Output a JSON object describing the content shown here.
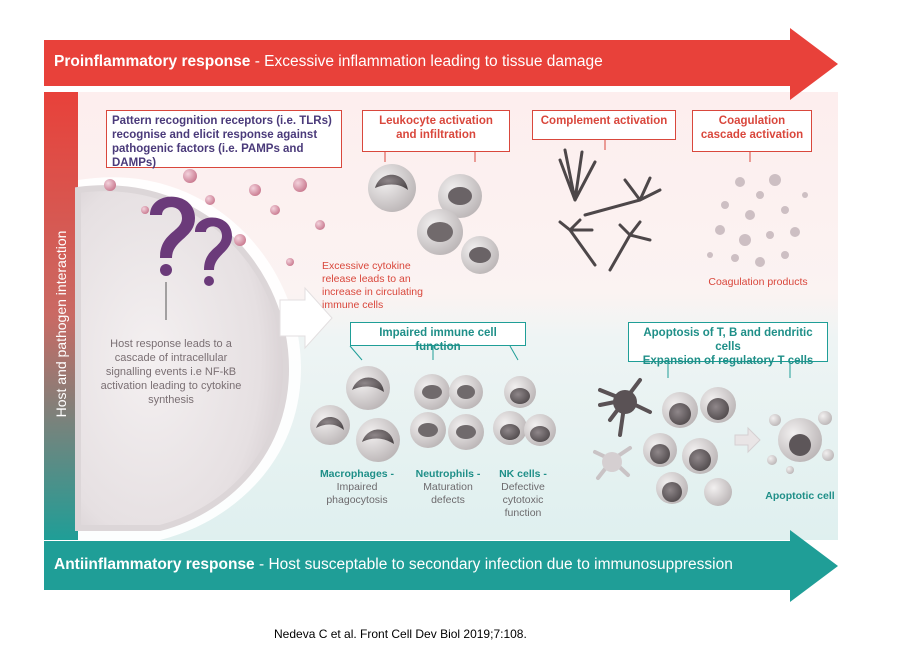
{
  "top_arrow": {
    "title": "Proinflammatory response",
    "description": " - Excessive inflammation leading to tissue damage",
    "color": "#e8413a"
  },
  "bottom_arrow": {
    "title": "Antiinflammatory response",
    "description": " - Host susceptable to secondary infection due to immunosuppression",
    "color": "#1f9e97"
  },
  "side_bar": {
    "label": "Host and pathogen interaction"
  },
  "boxes": {
    "prr": "Pattern recognition receptors (i.e. TLRs) recognise and elicit response against pathogenic factors (i.e. PAMPs and DAMPs)",
    "leukocyte": "Leukocyte activation and infiltration",
    "complement": "Complement activation",
    "coagulation": "Coagulation cascade activation",
    "impaired": "Impaired immune cell function",
    "apoptosis_line1": "Apoptosis of T, B and dendritic cells",
    "apoptosis_line2": "Expansion of regulatory T cells"
  },
  "texts": {
    "host_response": "Host response leads to a cascade of intracellular signalling events i.e NF-kB activation leading to cytokine synthesis",
    "cytokine_release": "Excessive cytokine release leads to an increase in circulating immune cells",
    "coagulation_products": "Coagulation products",
    "apoptotic_cell": "Apoptotic cell"
  },
  "cells": {
    "macrophages_title": "Macrophages -",
    "macrophages_desc": "Impaired phagocytosis",
    "neutrophils_title": "Neutrophils -",
    "neutrophils_desc": "Maturation defects",
    "nk_title": "NK cells -",
    "nk_desc": "Defective cytotoxic function"
  },
  "citation": "Nedeva C et al. Front Cell Dev Biol 2019;7:108.",
  "colors": {
    "red": "#d9473c",
    "teal": "#1f9e97",
    "purple": "#6b3a7a"
  }
}
